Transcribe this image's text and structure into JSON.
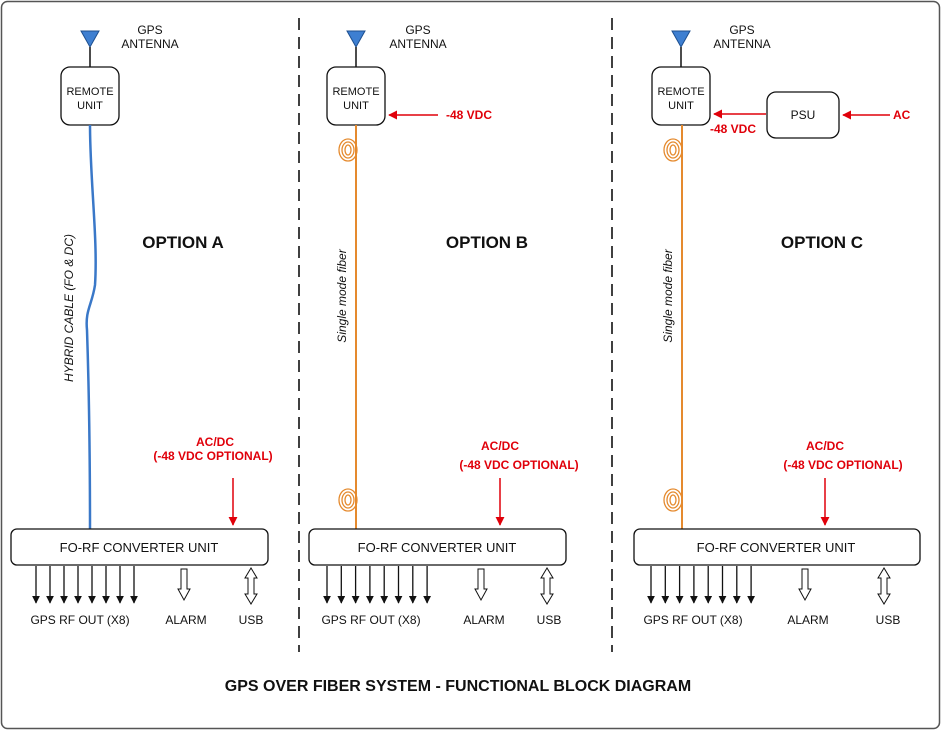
{
  "title": "GPS OVER FIBER SYSTEM - FUNCTIONAL BLOCK DIAGRAM",
  "colors": {
    "hybrid_cable": "#3a78c8",
    "fiber": "#e58a2e",
    "power": "#e0000a",
    "antenna": "#3e7fd1",
    "ink": "#111111"
  },
  "options": [
    {
      "label": "OPTION A",
      "antenna_label_1": "GPS",
      "antenna_label_2": "ANTENNA",
      "remote_unit_1": "REMOTE",
      "remote_unit_2": "UNIT",
      "cable_label": "HYBRID CABLE (FO & DC)",
      "cable_type": "hybrid",
      "power_label_1": "AC/DC",
      "power_label_2": "(-48 VDC OPTIONAL)",
      "converter_label": "FO-RF CONVERTER UNIT",
      "rf_out_label": "GPS RF OUT (X8)",
      "alarm_label": "ALARM",
      "usb_label": "USB"
    },
    {
      "label": "OPTION B",
      "antenna_label_1": "GPS",
      "antenna_label_2": "ANTENNA",
      "remote_unit_1": "REMOTE",
      "remote_unit_2": "UNIT",
      "remote_power": "-48 VDC",
      "cable_label": "Single mode fiber",
      "cable_type": "fiber",
      "power_label_1": "AC/DC",
      "power_label_2": "(-48 VDC OPTIONAL)",
      "converter_label": "FO-RF CONVERTER UNIT",
      "rf_out_label": "GPS RF OUT (X8)",
      "alarm_label": "ALARM",
      "usb_label": "USB"
    },
    {
      "label": "OPTION C",
      "antenna_label_1": "GPS",
      "antenna_label_2": "ANTENNA",
      "remote_unit_1": "REMOTE",
      "remote_unit_2": "UNIT",
      "remote_power": "-48 VDC",
      "psu_label": "PSU",
      "psu_input": "AC",
      "cable_label": "Single mode fiber",
      "cable_type": "fiber",
      "power_label_1": "AC/DC",
      "power_label_2": "(-48 VDC OPTIONAL)",
      "converter_label": "FO-RF CONVERTER UNIT",
      "rf_out_label": "GPS RF OUT (X8)",
      "alarm_label": "ALARM",
      "usb_label": "USB"
    }
  ]
}
